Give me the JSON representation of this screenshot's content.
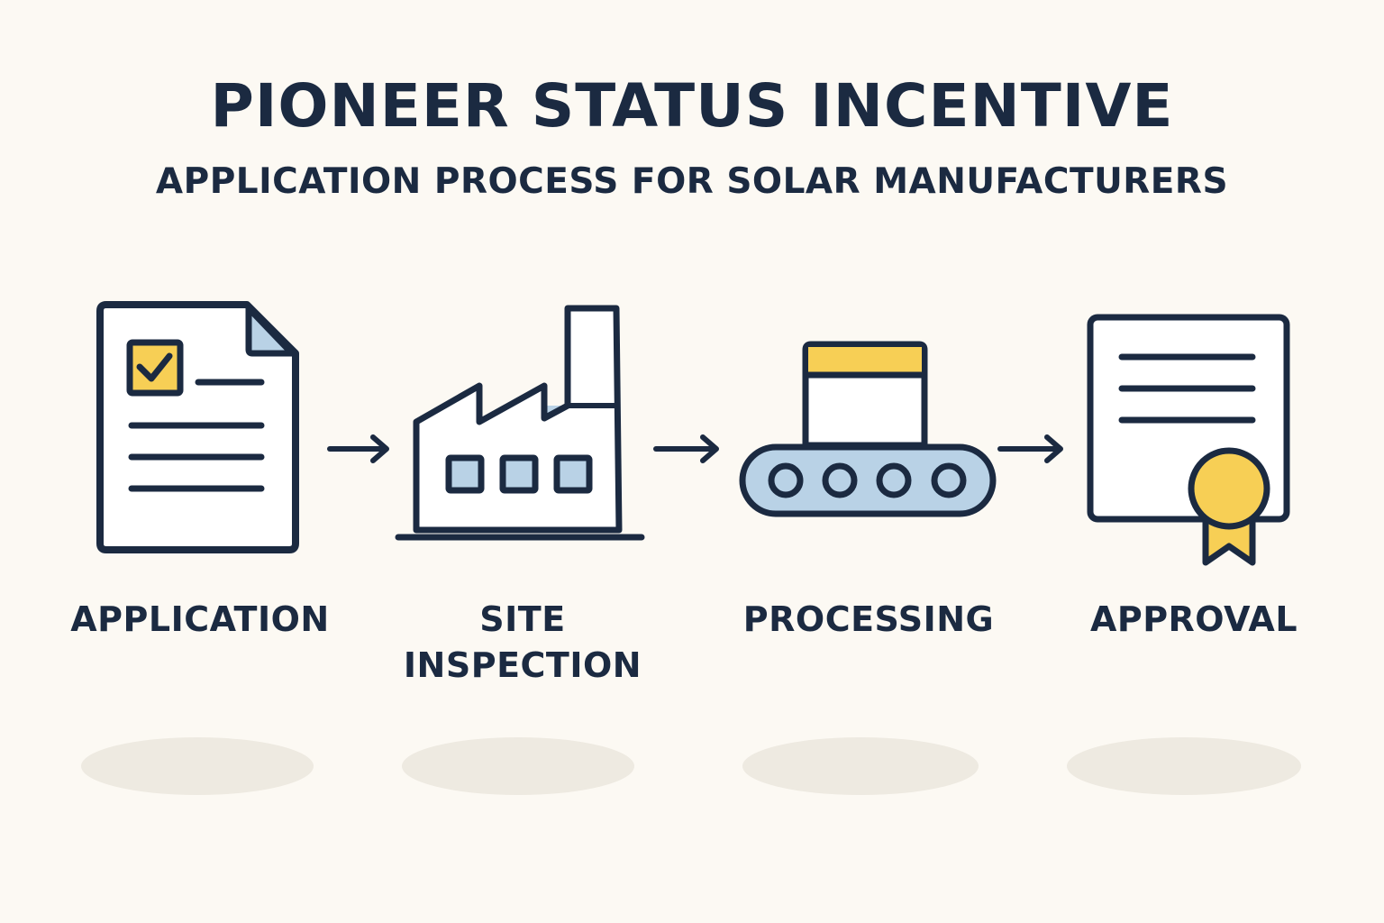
{
  "header": {
    "title": "PIONEER STATUS INCENTIVE",
    "subtitle": "APPLICATION PROCESS FOR SOLAR MANUFACTURERS"
  },
  "colors": {
    "ink": "#1b2a41",
    "accent_yellow": "#f7cf55",
    "accent_blue": "#b9d2e6",
    "background": "#fcf9f3",
    "shadow": "#eeeae1"
  },
  "steps": [
    {
      "label_lines": [
        "APPLICATION"
      ],
      "icon": "document-checklist-icon"
    },
    {
      "label_lines": [
        "SITE",
        "INSPECTION"
      ],
      "icon": "factory-icon"
    },
    {
      "label_lines": [
        "PROCESSING"
      ],
      "icon": "conveyor-belt-icon"
    },
    {
      "label_lines": [
        "APPROVAL"
      ],
      "icon": "certificate-icon"
    }
  ]
}
